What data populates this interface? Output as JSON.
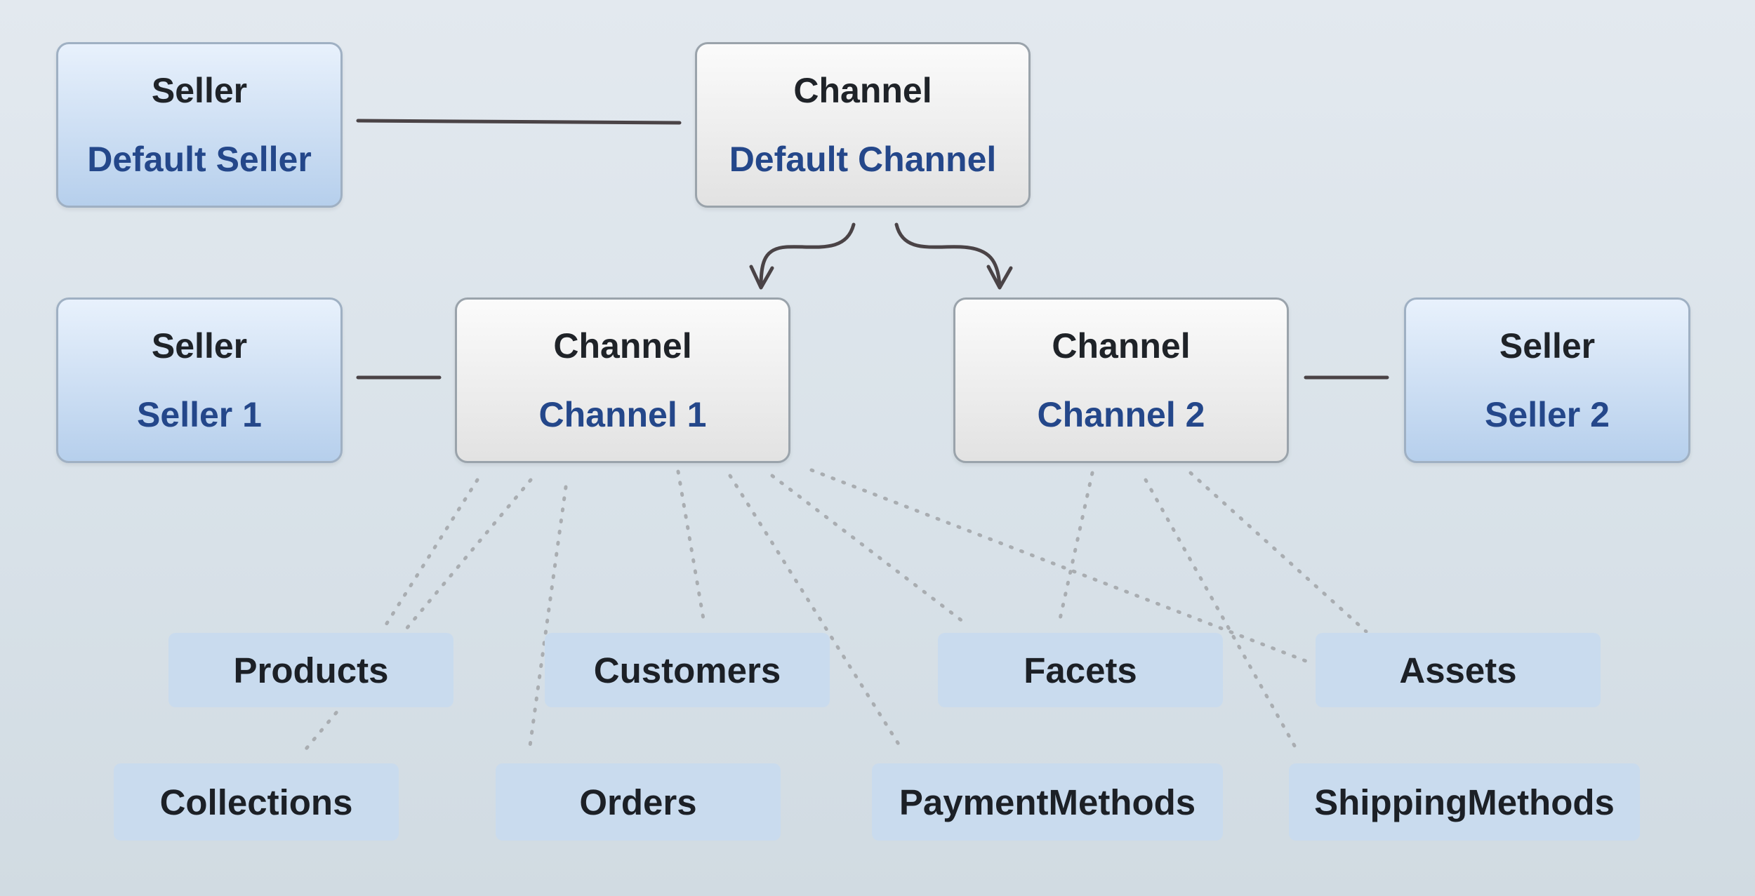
{
  "default_seller": {
    "type": "Seller",
    "name": "Default Seller"
  },
  "default_channel": {
    "type": "Channel",
    "name": "Default Channel"
  },
  "seller_1": {
    "type": "Seller",
    "name": "Seller 1"
  },
  "channel_1": {
    "type": "Channel",
    "name": "Channel 1"
  },
  "channel_2": {
    "type": "Channel",
    "name": "Channel 2"
  },
  "seller_2": {
    "type": "Seller",
    "name": "Seller 2"
  },
  "resources": {
    "products": "Products",
    "customers": "Customers",
    "facets": "Facets",
    "assets": "Assets",
    "collections": "Collections",
    "orders": "Orders",
    "payment_methods": "PaymentMethods",
    "shipping_methods": "ShippingMethods"
  },
  "colors": {
    "seller_fill": "#c8dcf2",
    "channel_fill": "#eeeeee",
    "name_text": "#24478a",
    "resource_fill": "#c9dbee",
    "connector": "#4a4346",
    "dotted_link": "#a9adb1"
  }
}
